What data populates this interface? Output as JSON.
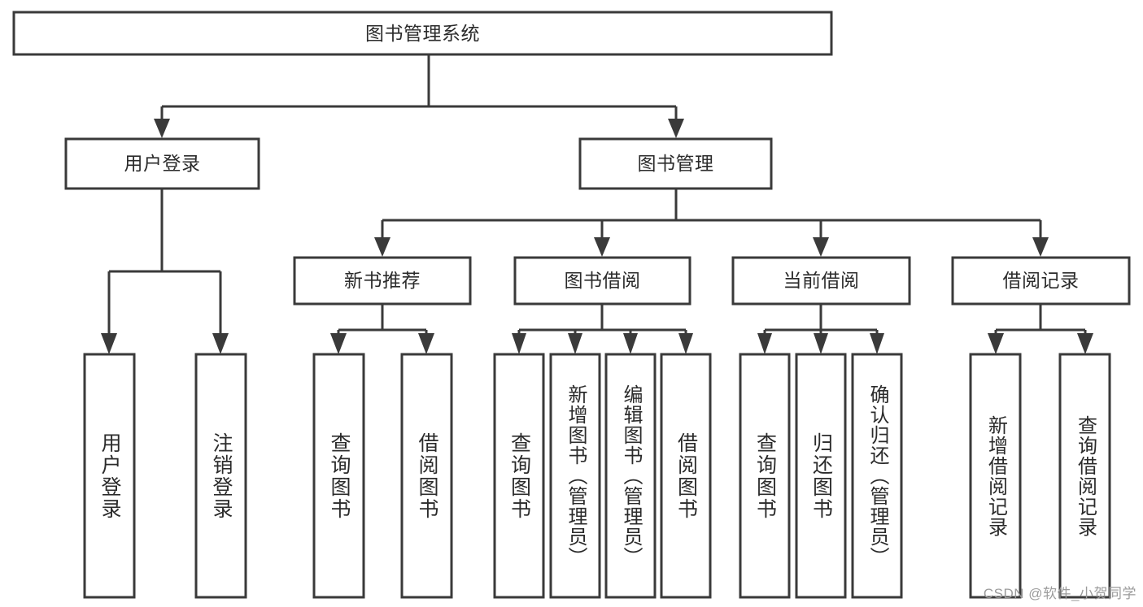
{
  "diagram": {
    "type": "tree-hierarchy-flowchart",
    "title": "图书管理系统",
    "watermark": "CSDN @软件_小贺同学",
    "colors": {
      "box_stroke": "#3a3a3a",
      "box_fill": "#ffffff",
      "connector": "#3a3a3a",
      "text": "#2b2b2b",
      "background": "#ffffff",
      "watermark_text": "#9b9b9b"
    },
    "nodes": {
      "root": {
        "label": "图书管理系统",
        "level": 1
      },
      "level2": [
        {
          "id": "user-login",
          "label": "用户登录"
        },
        {
          "id": "book-management",
          "label": "图书管理"
        }
      ],
      "level3": [
        {
          "id": "new-book-recommend",
          "label": "新书推荐",
          "parent": "book-management"
        },
        {
          "id": "book-borrow",
          "label": "图书借阅",
          "parent": "book-management"
        },
        {
          "id": "current-borrow",
          "label": "当前借阅",
          "parent": "book-management"
        },
        {
          "id": "borrow-record",
          "label": "借阅记录",
          "parent": "book-management"
        }
      ],
      "leaves": {
        "user-login": [
          {
            "id": "leaf-user-login",
            "label": "用户登录"
          },
          {
            "id": "leaf-logout-login",
            "label": "注销登录"
          }
        ],
        "new-book-recommend": [
          {
            "id": "leaf-query-book-1",
            "label": "查询图书"
          },
          {
            "id": "leaf-borrow-book-1",
            "label": "借阅图书"
          }
        ],
        "book-borrow": [
          {
            "id": "leaf-query-book-2",
            "label": "查询图书"
          },
          {
            "id": "leaf-add-book-admin",
            "label": "新增图书（管理员）"
          },
          {
            "id": "leaf-edit-book-admin",
            "label": "编辑图书（管理员）"
          },
          {
            "id": "leaf-borrow-book-2",
            "label": "借阅图书"
          }
        ],
        "current-borrow": [
          {
            "id": "leaf-query-book-3",
            "label": "查询图书"
          },
          {
            "id": "leaf-return-book",
            "label": "归还图书"
          },
          {
            "id": "leaf-confirm-return-admin",
            "label": "确认归还（管理员）"
          }
        ],
        "borrow-record": [
          {
            "id": "leaf-add-borrow-record",
            "label": "新增借阅记录"
          },
          {
            "id": "leaf-query-borrow-record",
            "label": "查询借阅记录"
          }
        ]
      }
    }
  }
}
